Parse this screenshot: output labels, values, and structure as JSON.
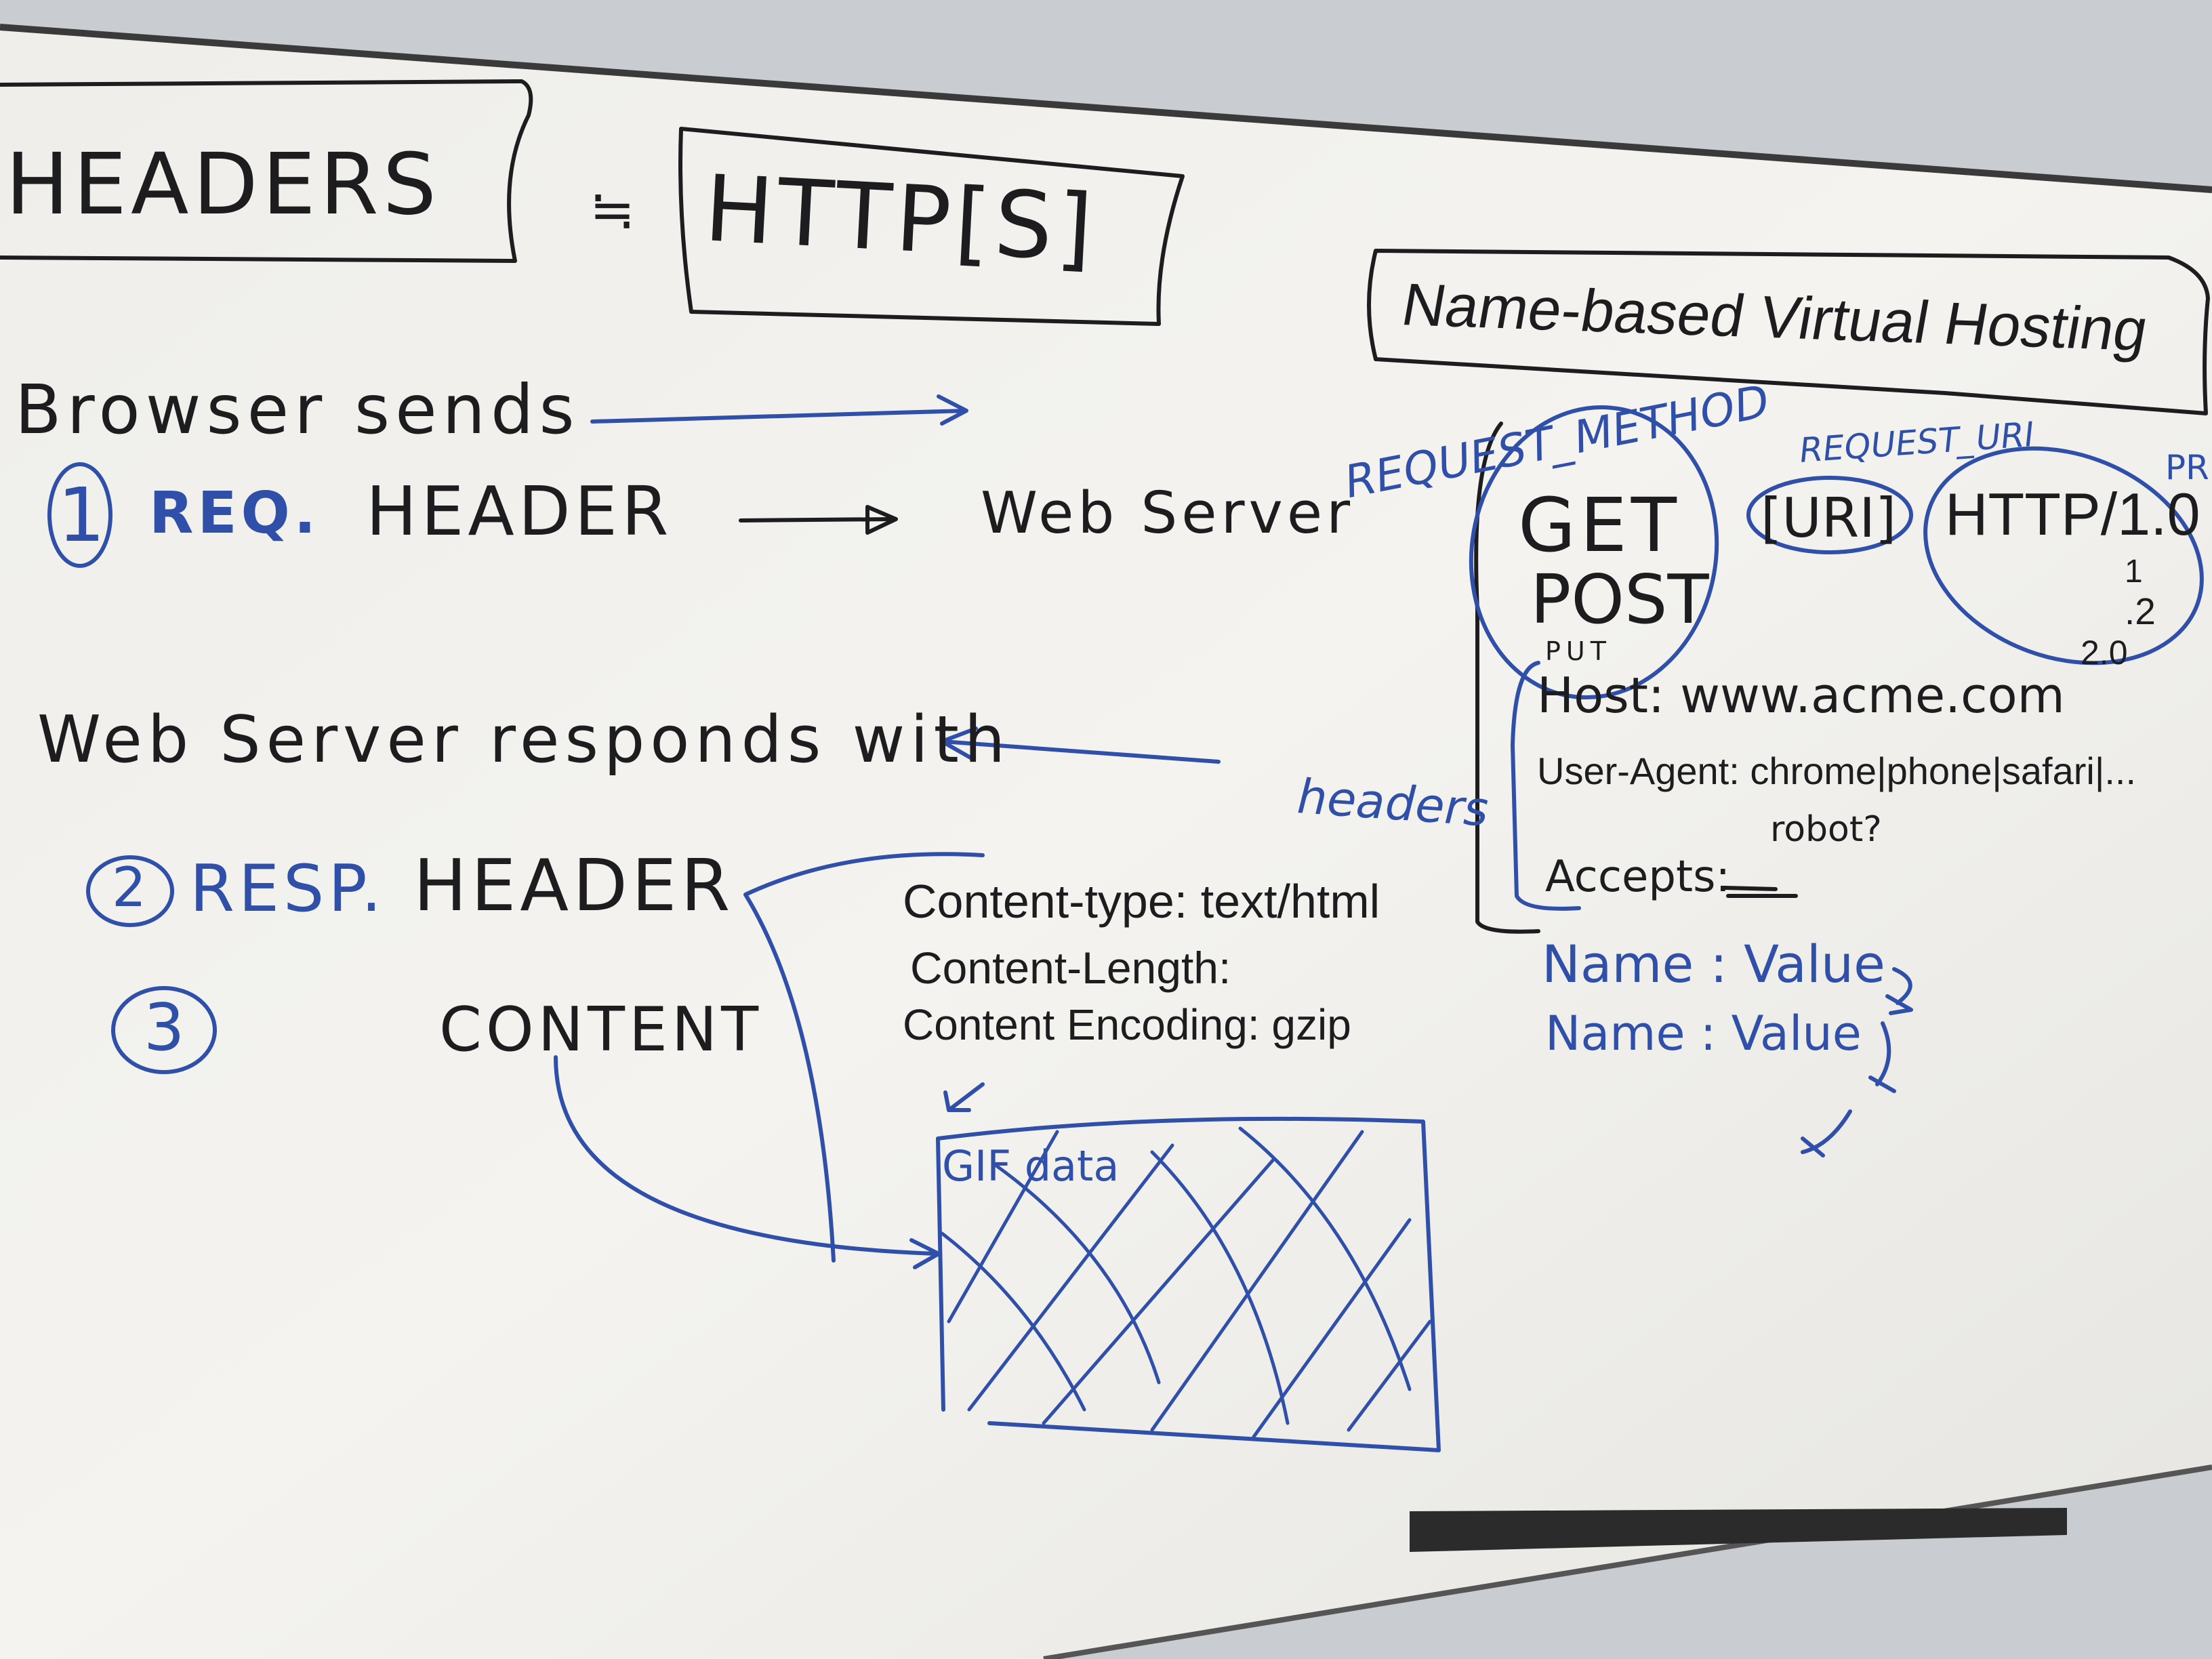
{
  "board": {
    "title_left": "HEADERS",
    "title_connector": "≒",
    "title_right": "HTTP[S]",
    "side_title": "Name-based Virtual Hosting"
  },
  "request": {
    "line1": "Browser sends",
    "step_number": "1",
    "step_label": "REQ.",
    "step_text": "HEADER",
    "target": "Web Server"
  },
  "request_line": {
    "method_label": "REQUEST_METHOD",
    "uri_label": "REQUEST_URI",
    "protocol_label": "PR",
    "methods": [
      "GET",
      "POST",
      "PUT"
    ],
    "uri": "[URI]",
    "protocol": "HTTP/1.0",
    "versions": [
      "1",
      ".2",
      "2.0"
    ]
  },
  "request_headers": {
    "label": "headers",
    "host": "Host: www.acme.com",
    "user_agent": "User-Agent: chrome|phone|safari|...",
    "user_agent_extra": "robot?",
    "accepts": "Accepts:",
    "accepts_value": "=",
    "pairs": [
      "Name : Value",
      "Name : Value"
    ]
  },
  "response": {
    "line1": "Web Server responds with",
    "step2_number": "2",
    "step2_label": "RESP.",
    "step2_text": "HEADER",
    "step3_number": "3",
    "step3_text": "CONTENT",
    "headers": [
      "Content-type: text/html",
      "Content-Length:",
      "Content Encoding: gzip"
    ],
    "content_box_label": "GIF data"
  },
  "colors": {
    "wall": "#c9ccd0",
    "board": "#f1f0ec",
    "black_marker": "#1d1d1f",
    "blue_marker": "#2f4fa8"
  }
}
